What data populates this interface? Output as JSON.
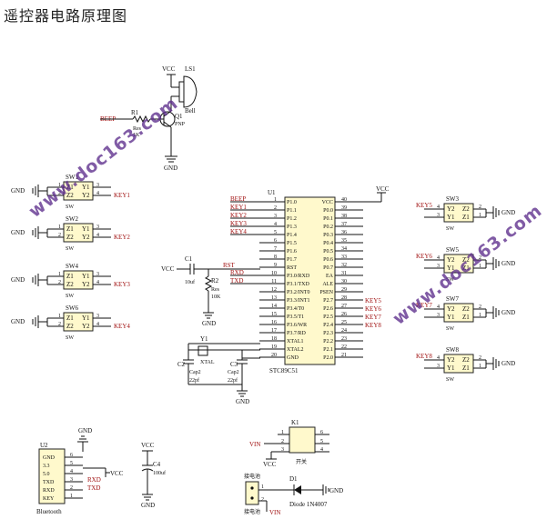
{
  "title": "遥控器电路原理图",
  "watermark": "www.doc163.com",
  "mcu": {
    "ref": "U1",
    "part": "STC89C51",
    "left_pins": [
      {
        "num": "1",
        "name": "P1.0",
        "net": "BEEP"
      },
      {
        "num": "2",
        "name": "P1.1",
        "net": "KEY1"
      },
      {
        "num": "3",
        "name": "P1.2",
        "net": "KEY2"
      },
      {
        "num": "4",
        "name": "P1.3",
        "net": "KEY3"
      },
      {
        "num": "5",
        "name": "P1.4",
        "net": "KEY4"
      },
      {
        "num": "6",
        "name": "P1.5",
        "net": ""
      },
      {
        "num": "7",
        "name": "P1.6",
        "net": ""
      },
      {
        "num": "8",
        "name": "P1.7",
        "net": ""
      },
      {
        "num": "9",
        "name": "RST",
        "net": ""
      },
      {
        "num": "10",
        "name": "P3.0/RXD",
        "net": "RXD"
      },
      {
        "num": "11",
        "name": "P3.1/TXD",
        "net": "TXD"
      },
      {
        "num": "12",
        "name": "P3.2/INT0",
        "net": ""
      },
      {
        "num": "13",
        "name": "P3.3/INT1",
        "net": ""
      },
      {
        "num": "14",
        "name": "P3.4/T0",
        "net": ""
      },
      {
        "num": "15",
        "name": "P3.5/T1",
        "net": ""
      },
      {
        "num": "16",
        "name": "P3.6/WR",
        "net": ""
      },
      {
        "num": "17",
        "name": "P3.7/RD",
        "net": ""
      },
      {
        "num": "18",
        "name": "XTAL1",
        "net": ""
      },
      {
        "num": "19",
        "name": "XTAL2",
        "net": ""
      },
      {
        "num": "20",
        "name": "GND",
        "net": ""
      }
    ],
    "right_pins": [
      {
        "num": "40",
        "name": "VCC",
        "net": ""
      },
      {
        "num": "39",
        "name": "P0.0",
        "net": ""
      },
      {
        "num": "38",
        "name": "P0.1",
        "net": ""
      },
      {
        "num": "37",
        "name": "P0.2",
        "net": ""
      },
      {
        "num": "36",
        "name": "P0.3",
        "net": ""
      },
      {
        "num": "35",
        "name": "P0.4",
        "net": ""
      },
      {
        "num": "34",
        "name": "P0.5",
        "net": ""
      },
      {
        "num": "33",
        "name": "P0.6",
        "net": ""
      },
      {
        "num": "32",
        "name": "P0.7",
        "net": ""
      },
      {
        "num": "31",
        "name": "EA",
        "net": ""
      },
      {
        "num": "30",
        "name": "ALE",
        "net": ""
      },
      {
        "num": "29",
        "name": "PSEN",
        "net": ""
      },
      {
        "num": "28",
        "name": "P2.7",
        "net": "KEY5"
      },
      {
        "num": "27",
        "name": "P2.6",
        "net": "KEY6"
      },
      {
        "num": "26",
        "name": "P2.5",
        "net": "KEY7"
      },
      {
        "num": "25",
        "name": "P2.4",
        "net": "KEY8"
      },
      {
        "num": "24",
        "name": "P2.3",
        "net": ""
      },
      {
        "num": "23",
        "name": "P2.2",
        "net": ""
      },
      {
        "num": "22",
        "name": "P2.1",
        "net": ""
      },
      {
        "num": "21",
        "name": "P2.0",
        "net": ""
      }
    ]
  },
  "left_switches": [
    {
      "ref": "SW1",
      "label": "SW",
      "net": "KEY1"
    },
    {
      "ref": "SW2",
      "label": "SW",
      "net": "KEY2"
    },
    {
      "ref": "SW4",
      "label": "SW",
      "net": "KEY3"
    },
    {
      "ref": "SW6",
      "label": "SW",
      "net": "KEY4"
    }
  ],
  "right_switches": [
    {
      "ref": "SW3",
      "label": "SW",
      "net": "KEY5"
    },
    {
      "ref": "SW5",
      "label": "SW",
      "net": "KEY6"
    },
    {
      "ref": "SW7",
      "label": "SW",
      "net": "KEY7"
    },
    {
      "ref": "SW8",
      "label": "SW",
      "net": "KEY8"
    }
  ],
  "switch_text": {
    "z1": "Z1",
    "z2": "Z2",
    "y1": "Y1",
    "y2": "Y2",
    "p1": "1",
    "p2": "2",
    "p3": "3",
    "p4": "4"
  },
  "buzzer": {
    "ref": "LS1",
    "name": "Bell",
    "vcc": "VCC",
    "gnd": "GND",
    "q_ref": "Q1",
    "q_type": "PNP",
    "r_ref": "R1",
    "r_type": "Res",
    "r_value": "1K",
    "net": "BEEP"
  },
  "reset": {
    "vcc": "VCC",
    "c_ref": "C1",
    "c_value": "10uf",
    "r_ref": "R2",
    "r_type": "Res",
    "r_value": "10K",
    "gnd": "GND",
    "net": "RST"
  },
  "crystal": {
    "y_ref": "Y1",
    "y_name": "XTAL",
    "c2_ref": "C2",
    "c2_type": "Cap2",
    "c2_value": "22pf",
    "c3_ref": "C3",
    "c3_type": "Cap2",
    "c3_value": "22pf",
    "gnd": "GND"
  },
  "power_top": {
    "vcc": "VCC"
  },
  "bluetooth": {
    "ref": "U2",
    "name": "Bluetooth",
    "pins": [
      "GND",
      "3.3",
      "5.0",
      "TXD",
      "RXD",
      "KEY"
    ],
    "nums": [
      "6",
      "5",
      "4",
      "3",
      "2",
      "1"
    ],
    "gnd": "GND",
    "vcc": "VCC",
    "net_rxd": "RXD",
    "net_txd": "TXD"
  },
  "cap4": {
    "vcc": "VCC",
    "ref": "C4",
    "value": "100uf",
    "gnd": "GND"
  },
  "k1": {
    "ref": "K1",
    "name": "开关",
    "vin": "VIN",
    "vcc": "VCC",
    "nums": [
      "1",
      "2",
      "3",
      "4",
      "5",
      "6"
    ]
  },
  "power_jack": {
    "top": "接电池",
    "bottom": "接电池",
    "p1": "1",
    "p2": "2",
    "vin": "VIN"
  },
  "diode": {
    "ref": "D1",
    "name": "Diode 1N4007",
    "gnd": "GND"
  },
  "gnd": "GND"
}
